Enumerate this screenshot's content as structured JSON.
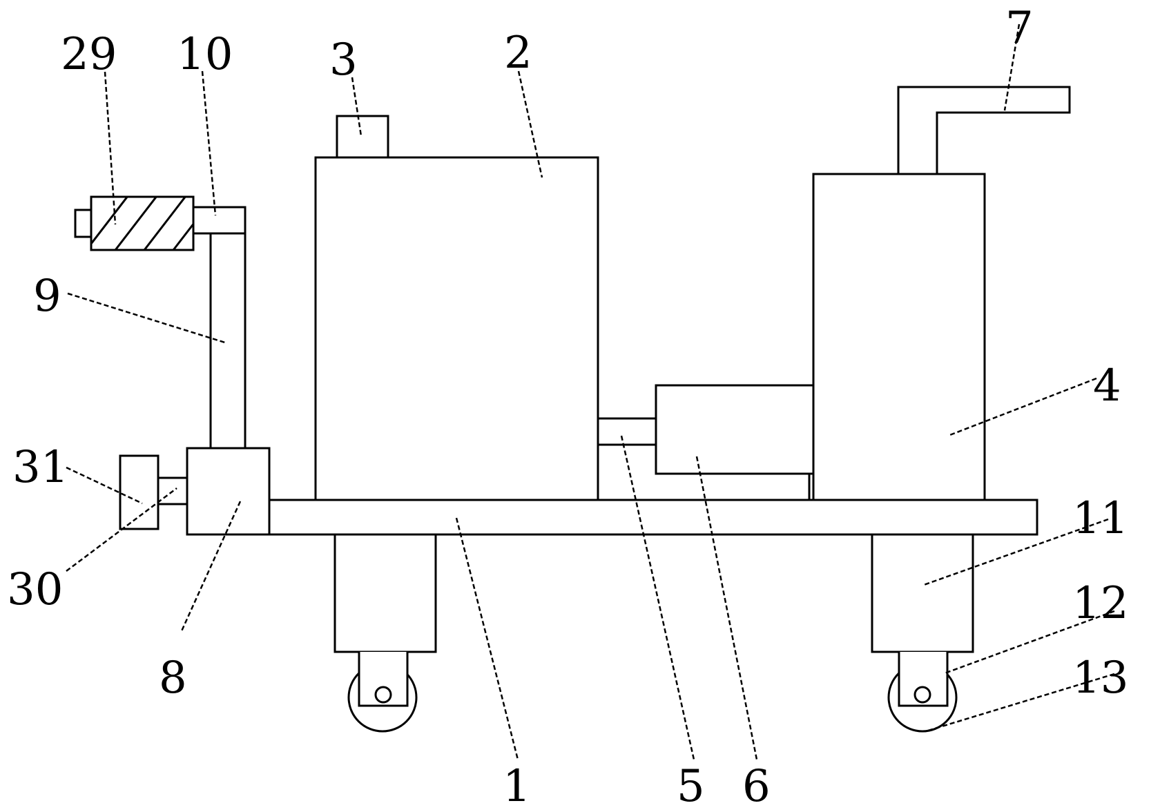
{
  "labels": {
    "l1": "1",
    "l2": "2",
    "l3": "3",
    "l4": "4",
    "l5": "5",
    "l6": "6",
    "l7": "7",
    "l8": "8",
    "l9": "9",
    "l10": "10",
    "l11": "11",
    "l12": "12",
    "l13": "13",
    "l29": "29",
    "l30": "30",
    "l31": "31"
  }
}
